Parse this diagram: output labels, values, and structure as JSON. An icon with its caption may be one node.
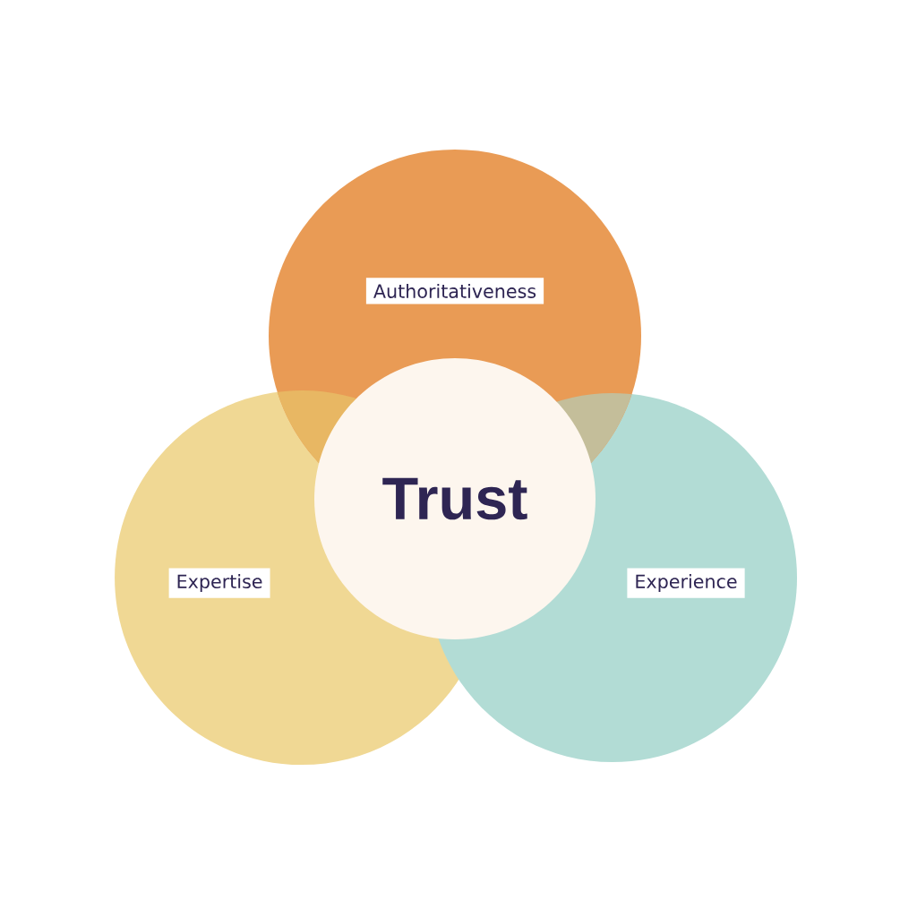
{
  "diagram": {
    "nodes": [
      {
        "text": [
          "Authoritativeness"
        ]
      },
      {
        "text": [
          "Expertise"
        ]
      },
      {
        "text": [
          "Experience"
        ]
      },
      {
        "text": [
          "Trust"
        ]
      }
    ]
  }
}
